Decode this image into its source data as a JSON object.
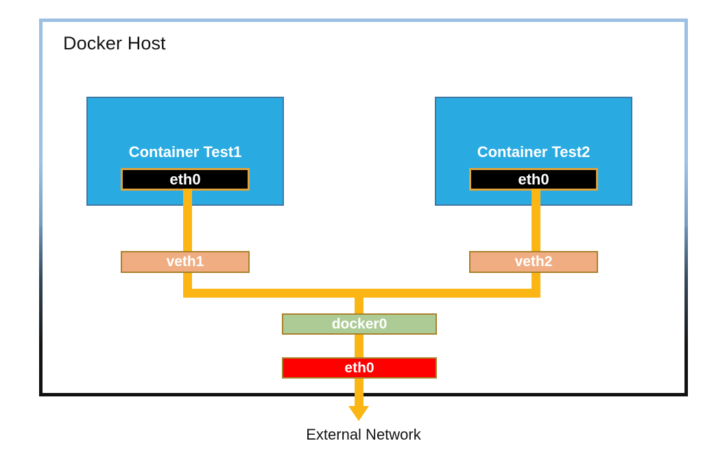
{
  "diagram": {
    "title": "Docker Host",
    "external_label": "External Network",
    "containers": [
      {
        "name": "Container Test1",
        "interface": "eth0"
      },
      {
        "name": "Container Test2",
        "interface": "eth0"
      }
    ],
    "veths": [
      {
        "label": "veth1"
      },
      {
        "label": "veth2"
      }
    ],
    "bridge": {
      "label": "docker0"
    },
    "host_interface": {
      "label": "eth0"
    },
    "colors": {
      "host_border_top": "#9BC0E4",
      "host_border_bottom": "#111111",
      "container_fill": "#29ABE2",
      "container_border": "#4076A3",
      "container_eth_fill": "#000000",
      "container_eth_border": "#E2A139",
      "veth_fill": "#F0AD82",
      "bridge_fill": "#ACCB95",
      "host_eth_fill": "#FF0000",
      "bar_border": "#A8812A",
      "wire": "#FBB615",
      "text_light": "#FFFFFF",
      "text_dark": "#131313"
    }
  }
}
